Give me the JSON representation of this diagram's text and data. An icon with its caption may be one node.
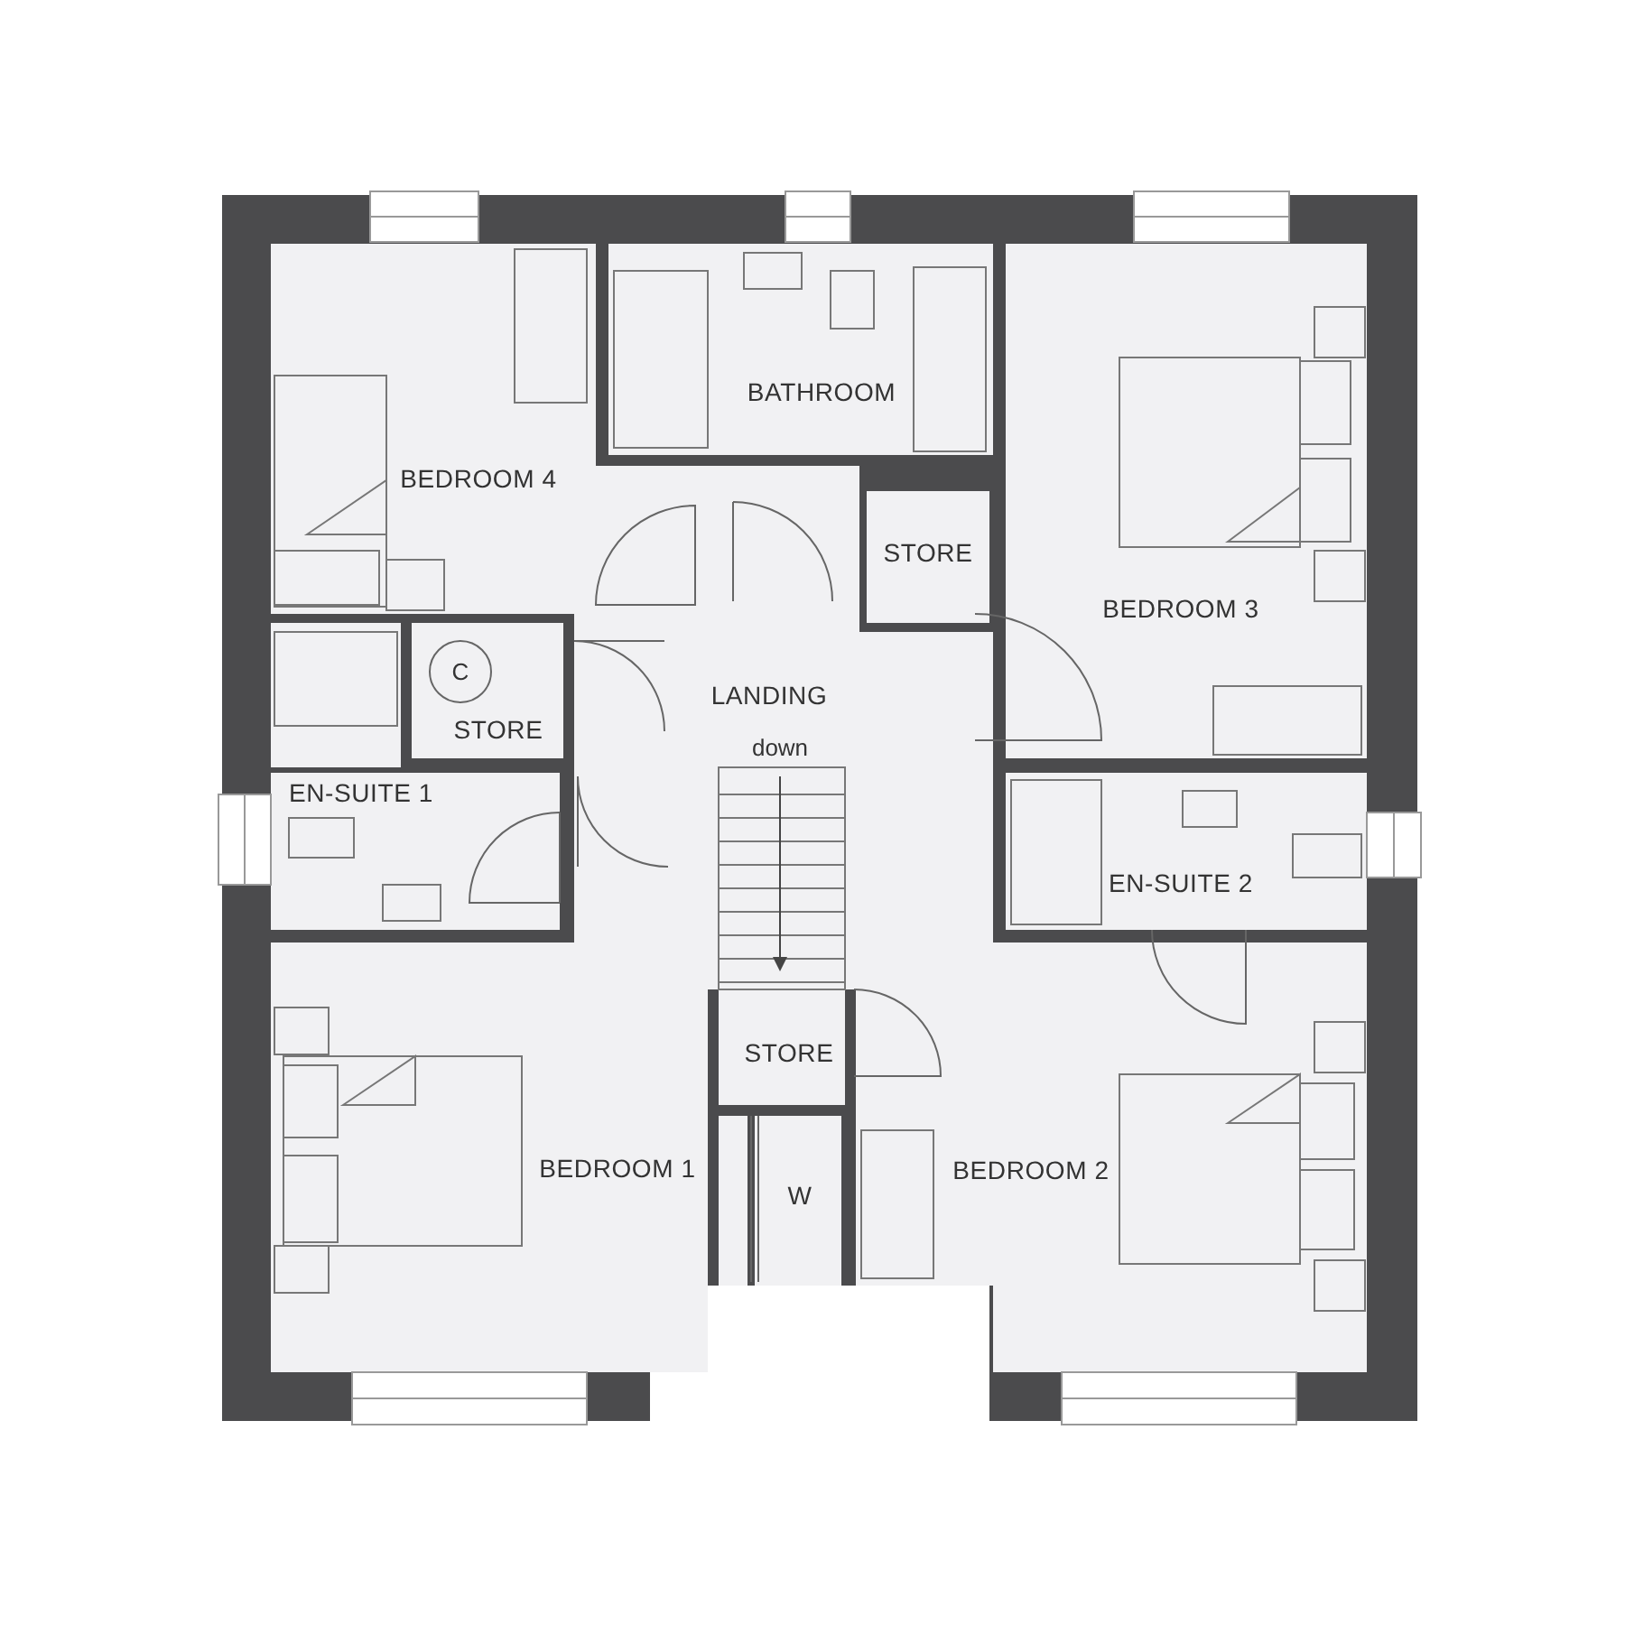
{
  "diagram": {
    "nodes": [
      {
        "text": [
          "BEDROOM 4"
        ]
      },
      {
        "text": [
          "BATHROOM"
        ]
      },
      {
        "text": [
          "STORE"
        ]
      },
      {
        "text": [
          "BEDROOM 3"
        ]
      },
      {
        "text": [
          "STORE"
        ]
      },
      {
        "text": [
          "LANDING"
        ]
      },
      {
        "text": [
          "EN-SUITE 1"
        ]
      },
      {
        "text": [
          "EN-SUITE 2"
        ]
      },
      {
        "text": [
          "STORE"
        ]
      },
      {
        "text": [
          "BEDROOM 1"
        ]
      },
      {
        "text": [
          "W"
        ]
      },
      {
        "text": [
          "BEDROOM 2"
        ]
      }
    ],
    "labels": [
      "C",
      "down"
    ]
  }
}
